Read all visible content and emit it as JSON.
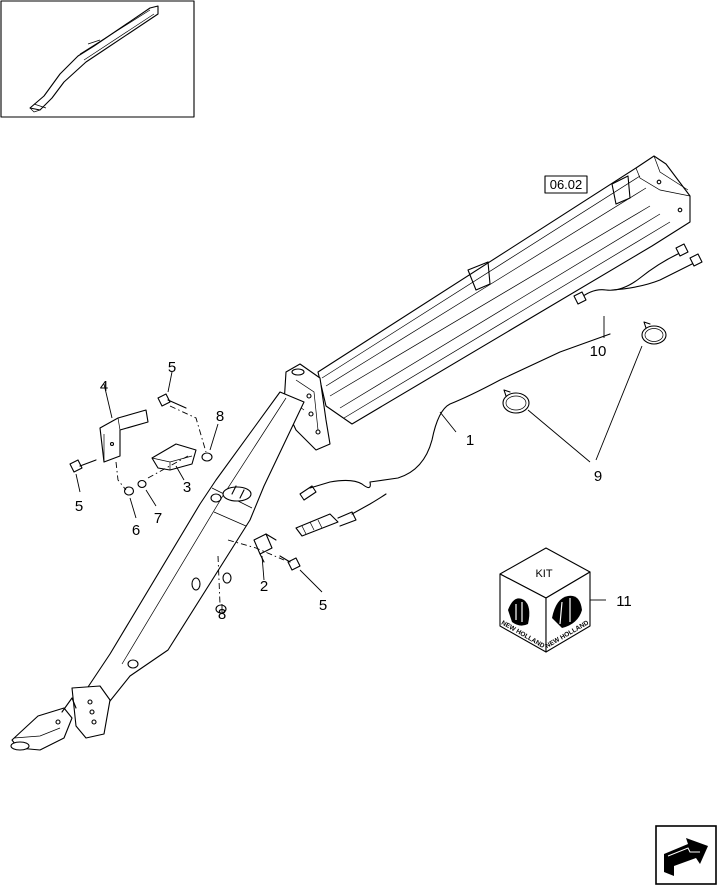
{
  "reference_box": "06.02",
  "kit_label": "KIT",
  "brand": "NEW HOLLAND",
  "callouts": {
    "c1": "1",
    "c2": "2",
    "c3": "3",
    "c4": "4",
    "c5a": "5",
    "c5b": "5",
    "c5c": "5",
    "c6": "6",
    "c7": "7",
    "c8a": "8",
    "c8b": "8",
    "c9": "9",
    "c10": "10",
    "c11": "11"
  },
  "icons": {
    "thumbnail": "hitch-thumbnail-icon",
    "kit_box": "kit-box-icon",
    "navigation": "next-page-arrow-icon"
  }
}
